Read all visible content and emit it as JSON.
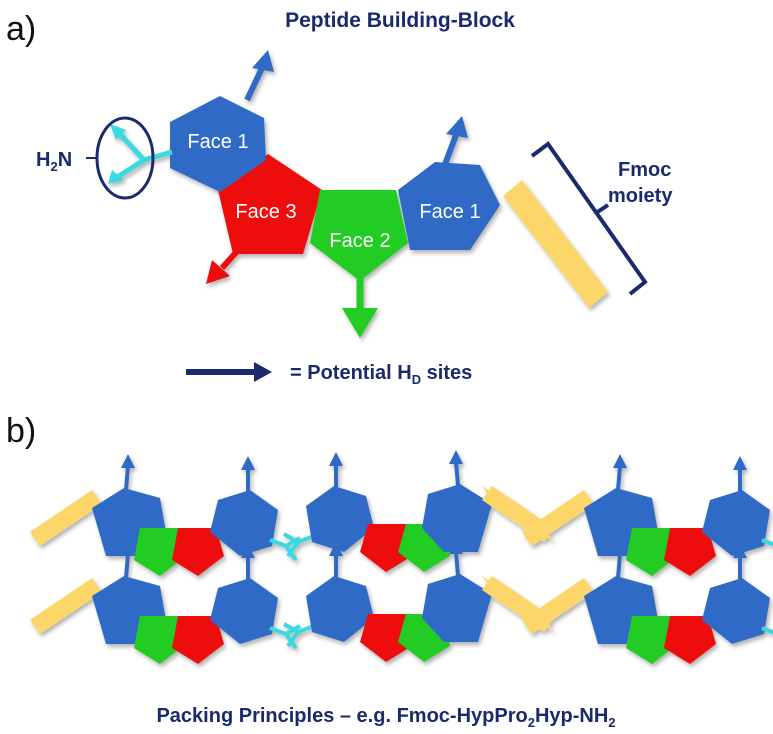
{
  "panel_a": {
    "label": "a)",
    "title": "Peptide Building-Block",
    "amine_label": "H2N",
    "amine_main": "H",
    "amine_sub": "2",
    "amine_tail": "N",
    "faces": {
      "face_left": "Face 1",
      "face_3": "Face 3",
      "face_2": "Face 2",
      "face_right": "Face 1"
    },
    "fmoc_label_line1": "Fmoc",
    "fmoc_label_line2": "moiety",
    "legend_main": "= Potential H",
    "legend_sub": "D",
    "legend_tail": " sites"
  },
  "panel_b": {
    "label": "b)",
    "caption_main": "Packing Principles – e.g. Fmoc-HypPro",
    "caption_sub": "2",
    "caption_tail": "Hyp-NH",
    "caption_sub2": "2"
  },
  "colors": {
    "blue": "#2e6bc6",
    "red": "#ee1111",
    "green": "#22cc22",
    "navy": "#1a2a6c",
    "cyan": "#3ad8e0",
    "fmoc_yellow": "#fcd667"
  }
}
